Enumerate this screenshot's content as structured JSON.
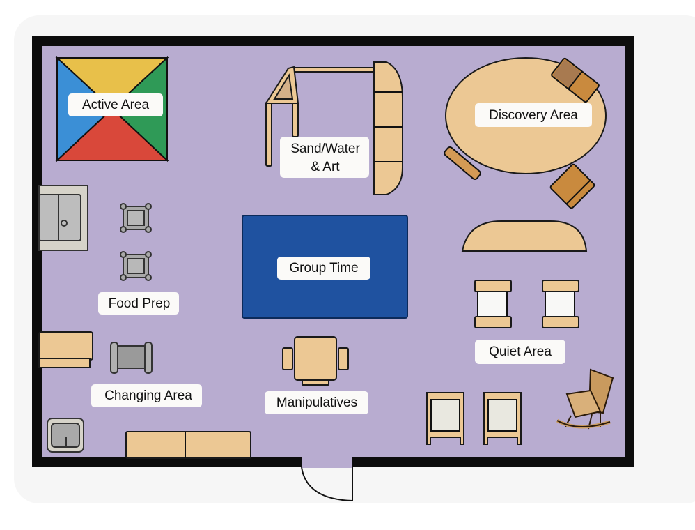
{
  "title": "Classroom Floor Plan",
  "areas": {
    "active": "Active Area",
    "sand_water_line1": "Sand/Water",
    "sand_water_line2": "& Art",
    "discovery": "Discovery Area",
    "group_time": "Group Time",
    "food_prep": "Food Prep",
    "quiet": "Quiet Area",
    "changing": "Changing Area",
    "manipulatives": "Manipulatives"
  },
  "colors": {
    "floor": "#b8acd0",
    "wall": "#0d0d0d",
    "wood": "#ecc894",
    "rug_blue": "#1f52a0",
    "mat_yellow": "#e8c04a",
    "mat_green": "#2f9a57",
    "mat_red": "#d9483a",
    "mat_blue": "#3b8fd6"
  }
}
